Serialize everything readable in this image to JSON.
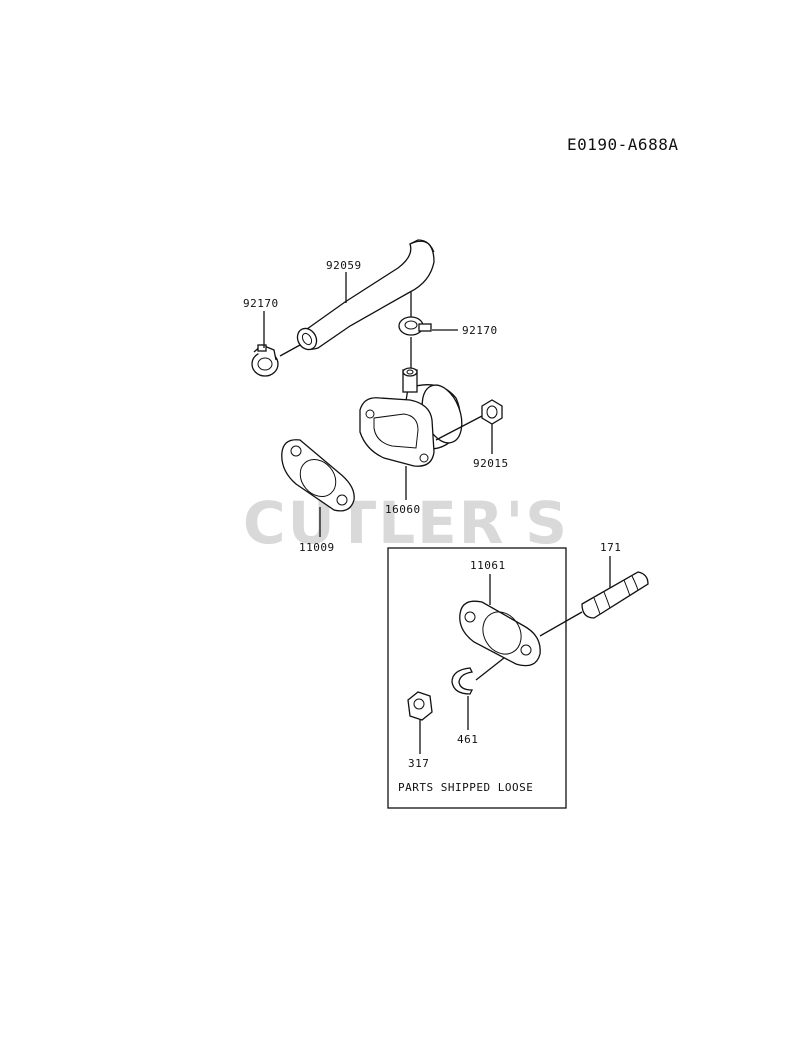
{
  "diagram_code": "E0190-A688A",
  "watermark": "CUTLER'S",
  "note": "PARTS SHIPPED LOOSE",
  "parts": {
    "hose": "92059",
    "clamp_left": "92170",
    "clamp_right": "92170",
    "nut_flange": "92015",
    "housing": "16060",
    "gasket_left": "11009",
    "gasket_box": "11061",
    "stud": "171",
    "washer": "461",
    "nut": "317"
  }
}
